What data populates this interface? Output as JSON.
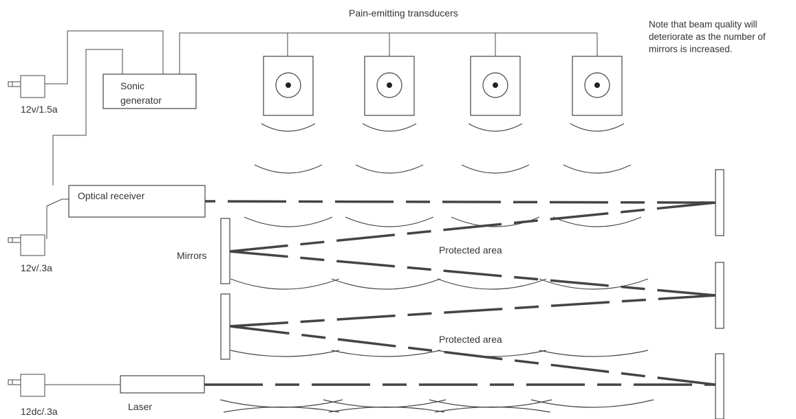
{
  "labels": {
    "transducers": "Pain-emitting transducers",
    "note_lines": [
      "Note that beam quality will",
      "deteriorate as the number of",
      "mirrors is increased."
    ],
    "sonic_generator_lines": [
      "Sonic",
      "generator"
    ],
    "optical_receiver": "Optical receiver",
    "laser": "Laser",
    "mirrors": "Mirrors",
    "protected_area_1": "Protected area",
    "protected_area_2": "Protected area",
    "power_supplies": {
      "sonic": "12v/1.5a",
      "receiver": "12v/.3a",
      "laser": "12dc/.3a"
    }
  },
  "colors": {
    "line": "#444444",
    "beam": "#444444",
    "text": "#333333",
    "background": "#ffffff"
  },
  "icons": [
    "power-adapter-icon",
    "transducer-icon",
    "sound-wave-icon",
    "mirror-icon",
    "laser-beam-icon"
  ]
}
